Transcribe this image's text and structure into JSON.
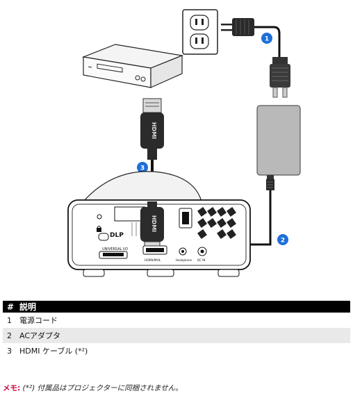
{
  "diagram": {
    "callouts": [
      "1",
      "2",
      "3"
    ],
    "device_labels": {
      "universal_io": "UNIVERSAL I/O",
      "hdmi_mhl": "HDMI/MHL",
      "headphone": "Headphone",
      "dc_in": "DC IN",
      "dlp_logo": "DLP"
    },
    "callout_color": "#1f6fd8",
    "cable_letters": "HDMI"
  },
  "table": {
    "headers": [
      "#",
      "説明"
    ],
    "rows": [
      {
        "num": "1",
        "desc": "電源コード"
      },
      {
        "num": "2",
        "desc": "ACアダプタ"
      },
      {
        "num": "3",
        "desc": "HDMI ケーブル (*²)"
      }
    ]
  },
  "note": {
    "label": "メモ:",
    "text": "(*²) 付属品はプロジェクターに同梱されません。"
  }
}
